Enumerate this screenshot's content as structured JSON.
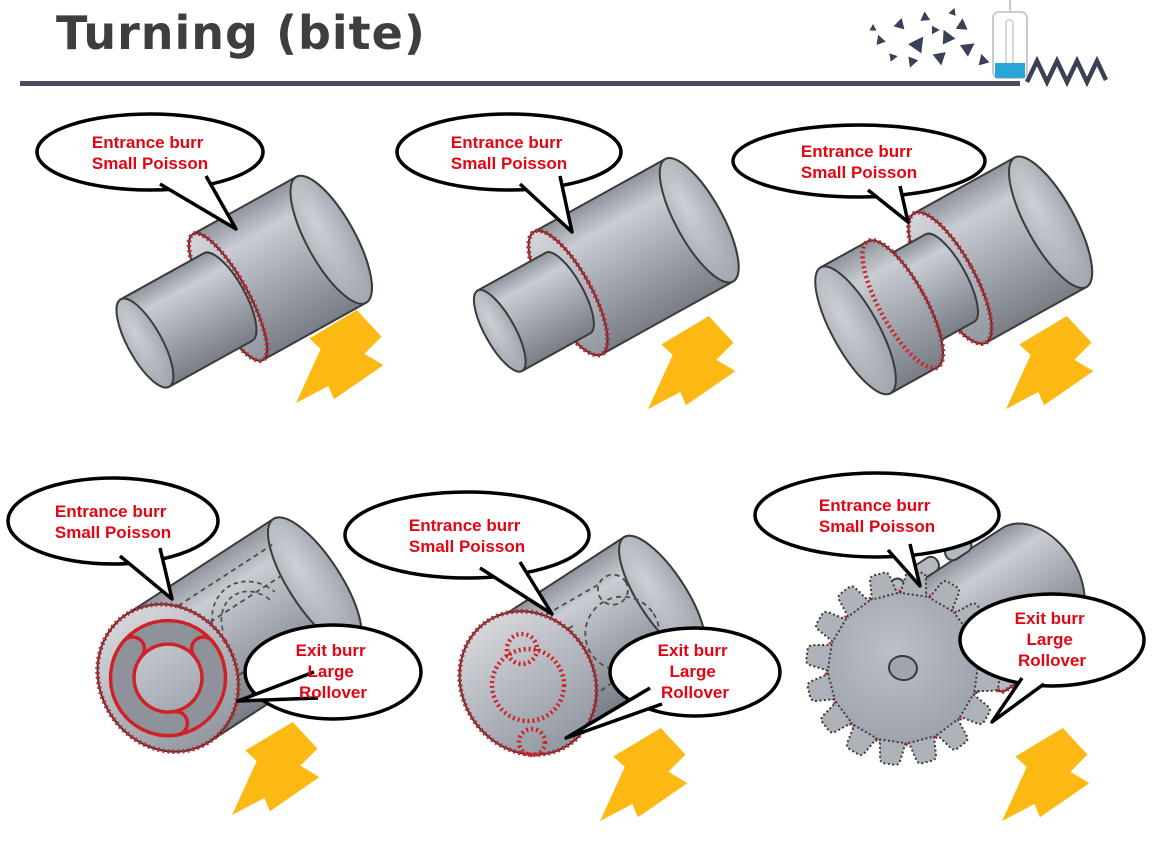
{
  "title": "Turning (bite)",
  "colors": {
    "burr_red": "#cf2127",
    "callout_text_red": "#e20613",
    "arrow_yellow": "#fdb913",
    "metal_mid": "#9aa0a8",
    "metal_light": "#ccced4",
    "metal_dark": "#7e838c",
    "outline": "#3b3b3d",
    "accent_navy": "#3a4056",
    "title_rule": "#4a4a63",
    "tool_tip_blue": "#2aa5d5"
  },
  "logo": {
    "name": "turning-process-logo",
    "parts": [
      "chips-triangles-icon",
      "cutting-tool-icon",
      "surface-zigzag-icon"
    ]
  },
  "diagrams": [
    {
      "name": "stepped-shaft",
      "entrance": {
        "line1": "Entrance burr",
        "line2": "Small Poisson"
      }
    },
    {
      "name": "stepped-shaft-wide-face",
      "entrance": {
        "line1": "Entrance burr",
        "line2": "Small Poisson"
      }
    },
    {
      "name": "grooved-shaft",
      "entrance": {
        "line1": "Entrance burr",
        "line2": "Small Poisson"
      }
    },
    {
      "name": "cylinder-face-arc-slots",
      "entrance": {
        "line1": "Entrance burr",
        "line2": "Small Poisson"
      },
      "exit": {
        "line1": "Exit burr",
        "line2": "Large",
        "line3": "Rollover"
      }
    },
    {
      "name": "cylinder-face-holes",
      "entrance": {
        "line1": "Entrance burr",
        "line2": "Small Poisson"
      },
      "exit": {
        "line1": "Exit burr",
        "line2": "Large",
        "line3": "Rollover"
      }
    },
    {
      "name": "gear-wheel",
      "entrance": {
        "line1": "Entrance burr",
        "line2": "Small Poisson"
      },
      "exit": {
        "line1": "Exit burr",
        "line2": "Large",
        "line3": "Rollover"
      }
    }
  ]
}
